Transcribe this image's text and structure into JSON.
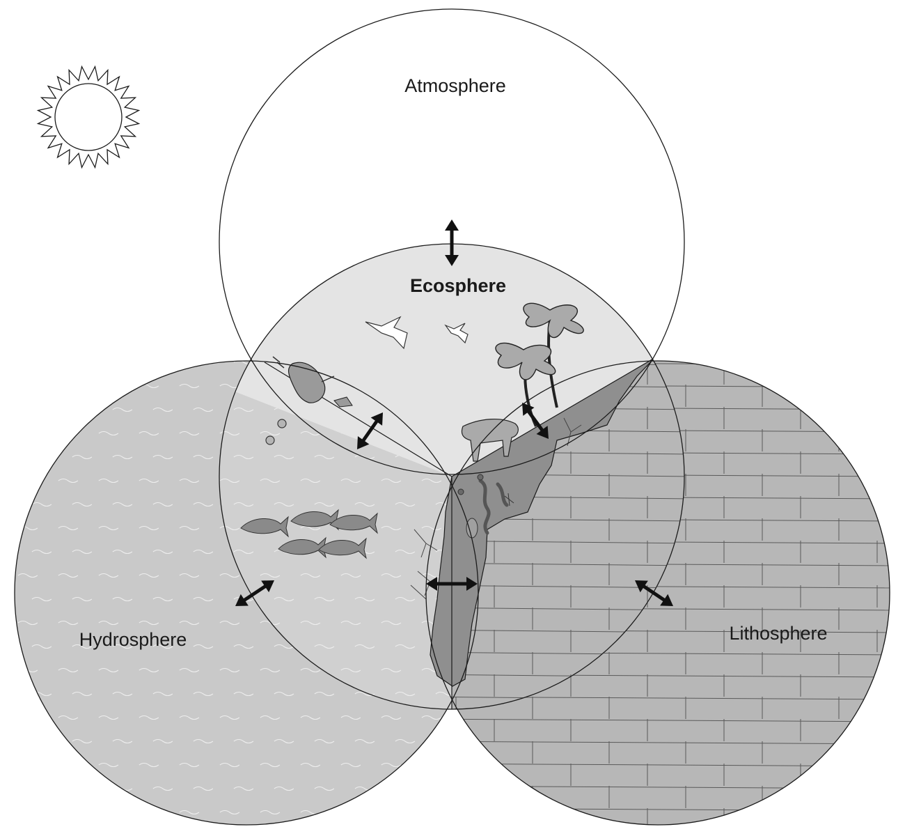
{
  "labels": {
    "atmosphere": "Atmosphere",
    "ecosphere": "Ecosphere",
    "hydrosphere": "Hydrosphere",
    "lithosphere": "Lithosphere"
  },
  "colors": {
    "atmosphere_fill": "#ffffff",
    "ecosphere_air_fill": "#e4e4e4",
    "hydrosphere_fill": "#c9c9c9",
    "water_overlap_fill": "#d0d0d0",
    "lithosphere_fill": "#b7b7b7",
    "soil_fill": "#8f8f8f",
    "outline": "#1a1a1a",
    "arrow": "#111111"
  },
  "icons": [
    "sun-icon",
    "bird-icon",
    "palm-tree-icon",
    "dolphin-icon",
    "fish-icon",
    "cow-icon",
    "worm-icon",
    "plankton-icon",
    "double-arrow-icon"
  ]
}
